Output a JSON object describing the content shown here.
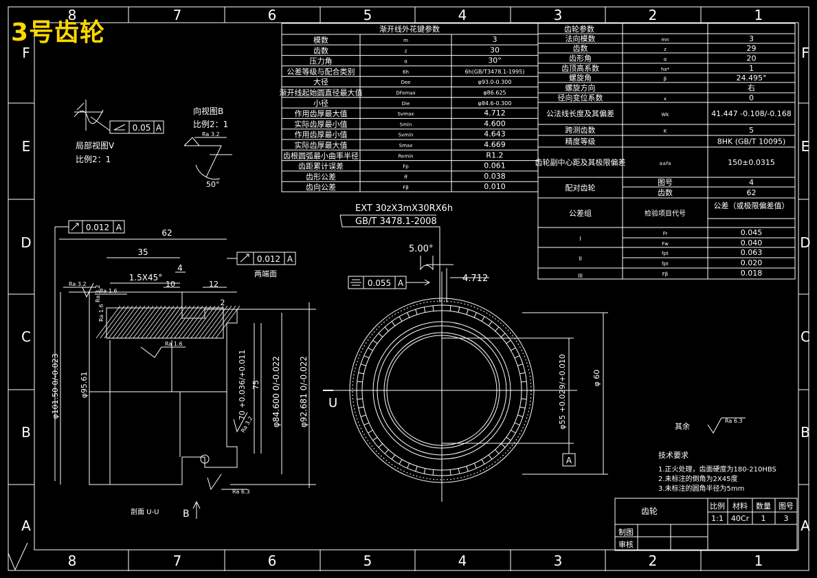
{
  "title": "3号齿轮",
  "border": {
    "cols_top": [
      "8",
      "7",
      "6",
      "5",
      "4",
      "3",
      "2",
      "1"
    ],
    "rows_side": [
      "F",
      "E",
      "D",
      "C",
      "B",
      "A"
    ]
  },
  "spline_table": {
    "heading": "渐开线外花键参数",
    "rows": [
      [
        "模数",
        "m",
        "3"
      ],
      [
        "齿数",
        "z",
        "30"
      ],
      [
        "压力角",
        "α",
        "30°"
      ],
      [
        "公差等级与配合类别",
        "6h",
        "6h(GB/T3478.1-1995)"
      ],
      [
        "大径",
        "Dee",
        "φ93.0-0.300"
      ],
      [
        "渐开线起始圆直径最大值",
        "DFemax",
        "φ86.625"
      ],
      [
        "小径",
        "Die",
        "φ84.6-0.300"
      ],
      [
        "作用齿厚最大值",
        "Svmax",
        "4.712"
      ],
      [
        "实际齿厚最小值",
        "Smin",
        "4.600"
      ],
      [
        "作用齿厚最小值",
        "Svmin",
        "4.643"
      ],
      [
        "实际齿厚最大值",
        "Smax",
        "4.669"
      ],
      [
        "齿根圆弧最小曲率半径",
        "Remin",
        "R1.2"
      ],
      [
        "齿距累计误差",
        "Fp",
        "0.061"
      ],
      [
        "齿形公差",
        "ff",
        "0.038"
      ],
      [
        "齿向公差",
        "Fβ",
        "0.010"
      ]
    ]
  },
  "gear_table": {
    "heading": "齿轮参数",
    "rows": [
      [
        "法向模数",
        "mn",
        "3"
      ],
      [
        "齿数",
        "z",
        "29"
      ],
      [
        "齿形角",
        "α",
        "20"
      ],
      [
        "齿顶高系数",
        "ha*",
        "1"
      ],
      [
        "螺旋角",
        "β",
        "24.495°"
      ],
      [
        "螺旋方向",
        "",
        "右"
      ],
      [
        "径向变位系数",
        "x",
        "0"
      ],
      [
        "公法线长度及其偏差",
        "Wk",
        "41.447 -0.108/-0.168"
      ],
      [
        "跨测齿数",
        "K",
        "5"
      ],
      [
        "精度等级",
        "",
        "8HK (GB/T 10095)"
      ],
      [
        "齿轮副中心距及其极限偏差",
        "a±fa",
        "150±0.0315"
      ]
    ],
    "pair_label": "配对齿轮",
    "pair_rows": [
      [
        "图号",
        "4"
      ],
      [
        "齿数",
        "62"
      ]
    ],
    "tol_header": [
      "公差组",
      "检验项目代号",
      "公差（或极限偏差值）"
    ],
    "tol_rows": [
      [
        "I",
        "Fr",
        "0.045"
      ],
      [
        "",
        "Fw",
        "0.040"
      ],
      [
        "II",
        "fpt",
        "0.063"
      ],
      [
        "",
        "fpt",
        "0.020"
      ],
      [
        "III",
        "Fβ",
        "0.018"
      ]
    ]
  },
  "annotations": {
    "partial_view": "局部视图V",
    "partial_scale": "比例2：1",
    "dir_view": "向视图B",
    "dir_scale": "比例2：1",
    "angle50": "50°",
    "ra32": "Ra 3.2",
    "ra16": "Ra 1.6",
    "ra63": "Ra 6.3",
    "fcf_angularity": "0.05",
    "fcf_datum": "A",
    "fcf_runout1": "0.012",
    "fcf_runout2": "0.012",
    "fcf_sym": "0.055",
    "two_ends": "两端面",
    "section": "剖面 U-U",
    "B": "B",
    "U": "U",
    "A": "A",
    "dims": {
      "d62": "62",
      "d35": "35",
      "d4": "4",
      "chamfer": "1.5X45°",
      "d10": "10",
      "d12": "12",
      "d2": "2",
      "d101": "φ101.50 0/-0.023",
      "d95": "φ95.61",
      "d70": "70 +0.036/+0.011",
      "d75": "75",
      "d84": "φ84.600 0/-0.022",
      "d92": "φ92.681 0/-0.022",
      "d55": "φ55 +0.029/+0.010",
      "d60": "φ 60",
      "ang5": "5.00°",
      "w4712": "4.712"
    },
    "spline_code": "EXT 30zX3mX30RX6h",
    "spline_std": "GB/T 3478.1-2008",
    "rest": "其余",
    "tech_title": "技术要求",
    "tech_lines": [
      "1.正火处理，齿面硬度为180-210HBS",
      "2.未标注的倒角为2X45度",
      "3.未标注的圆角半径为5mm"
    ]
  },
  "title_block": {
    "name": "齿轮",
    "h_scale": "比例",
    "h_material": "材料",
    "h_qty": "数量",
    "h_dwg": "图号",
    "scale": "1:1",
    "material": "40Cr",
    "qty": "1",
    "dwg": "3",
    "drawn": "制图",
    "checked": "审核"
  }
}
